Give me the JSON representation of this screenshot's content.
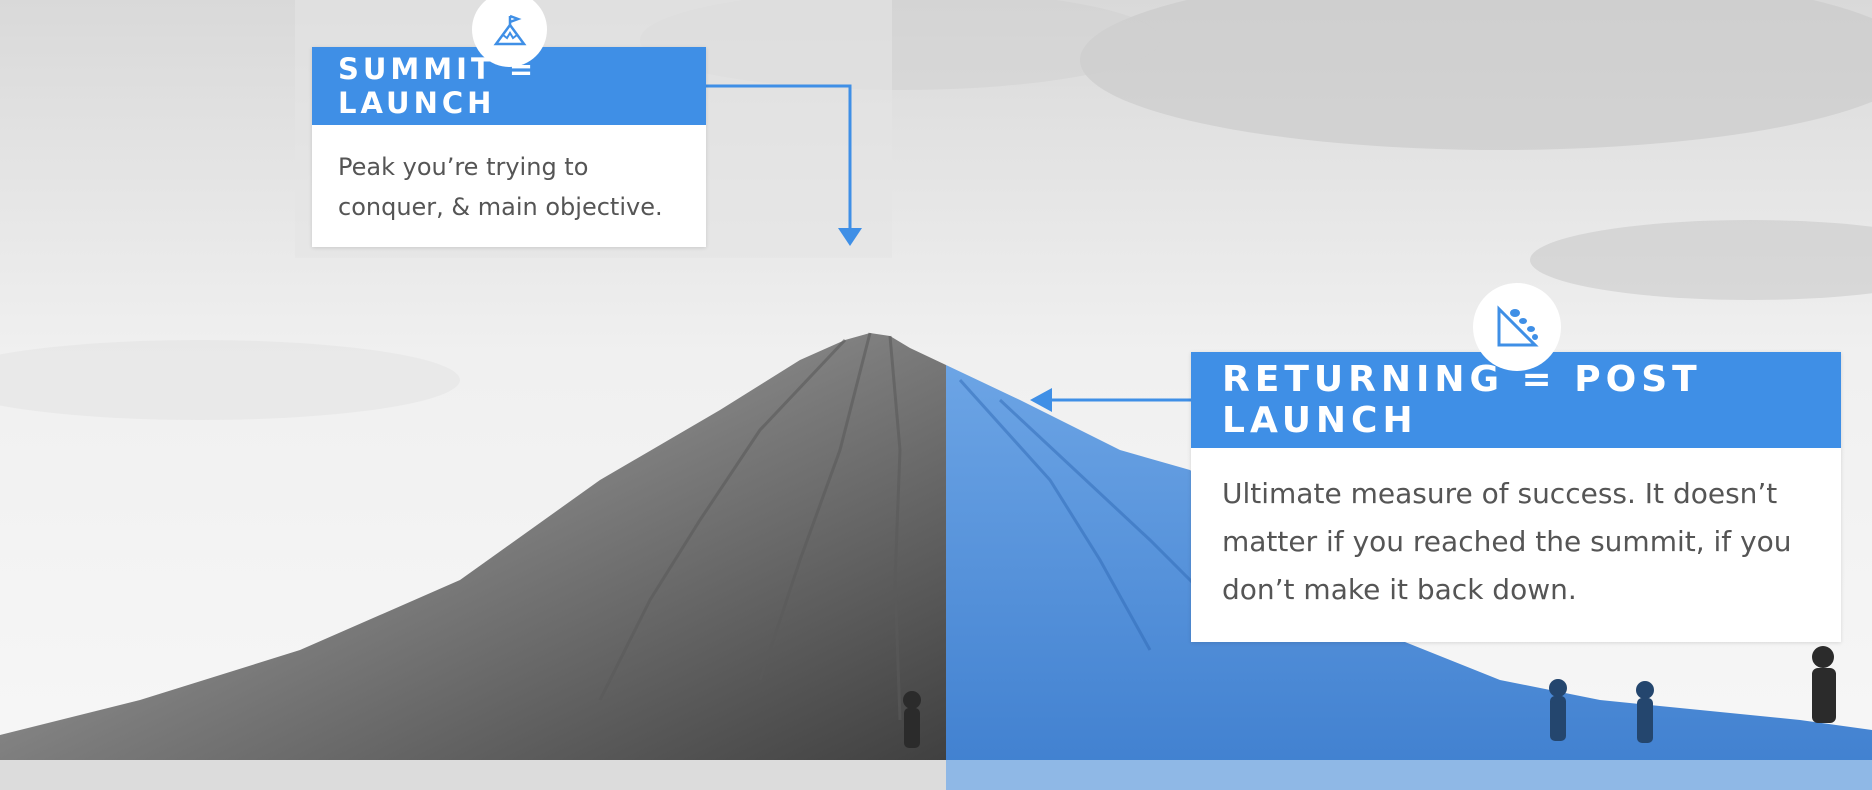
{
  "summit_card": {
    "title": "SUMMIT = LAUNCH",
    "description_lines": [
      "Peak you’re trying to",
      "conquer, & main objective."
    ]
  },
  "returning_card": {
    "title": "RETURNING = POST LAUNCH",
    "description_lines": [
      "Ultimate measure of success. It doesn’t",
      "matter if you reached the summit, if you",
      "don’t make it back down."
    ]
  },
  "icons": {
    "summit_icon": "mountain-flag-icon",
    "returning_icon": "falling-rocks-slope-icon"
  },
  "colors": {
    "accent": "#3f8fe6",
    "card_bg": "#ffffff",
    "body_text": "#555555"
  }
}
